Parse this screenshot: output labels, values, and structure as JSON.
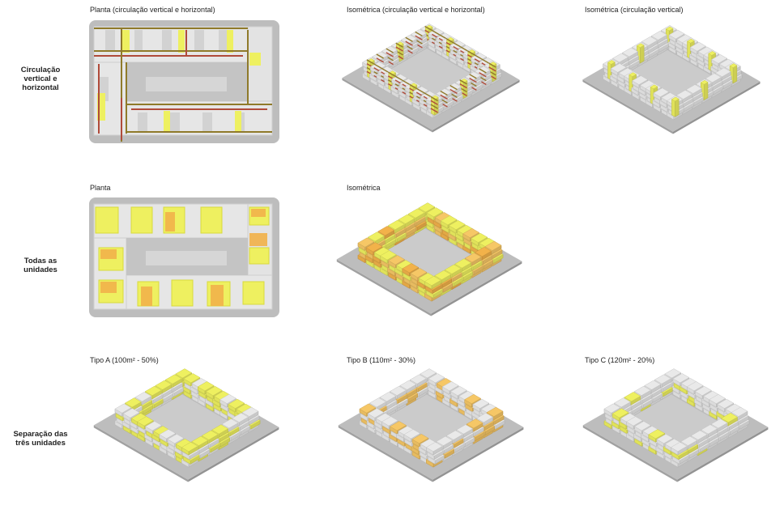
{
  "rows": [
    {
      "label": "Circulação vertical e horizontal",
      "lines": [
        "Circulação",
        "vertical e",
        "horizontal"
      ]
    },
    {
      "label": "Todas as unidades",
      "lines": [
        "Todas as",
        "unidades"
      ]
    },
    {
      "label": "Separação das três unidades",
      "lines": [
        "Separação das",
        "três unidades"
      ]
    }
  ],
  "panels": {
    "r1c1": {
      "caption": "Planta (circulação vertical e horizontal)"
    },
    "r1c2": {
      "caption": "Isométrica (circulação vertical e horizontal)"
    },
    "r1c3": {
      "caption": "Isométrica (circulação vertical)"
    },
    "r2c1": {
      "caption": "Planta"
    },
    "r2c2": {
      "caption": "Isométrica"
    },
    "r3c1": {
      "caption": "Tipo A (100m² - 50%)"
    },
    "r3c2": {
      "caption": "Tipo B (110m² -  30%)"
    },
    "r3c3": {
      "caption": "Tipo C (120m² - 20%)"
    }
  },
  "colors": {
    "base": "#bdbdbd",
    "base_edge": "#a9a9a9",
    "building": "#e9e9e9",
    "building_edge": "#cfcfcf",
    "yellow": "#eef060",
    "yellow_dark": "#d8da3c",
    "orange": "#f2b24a",
    "orange_light": "#f6c766",
    "olive_line": "#8f7a2a",
    "red_line": "#b04a3a"
  }
}
